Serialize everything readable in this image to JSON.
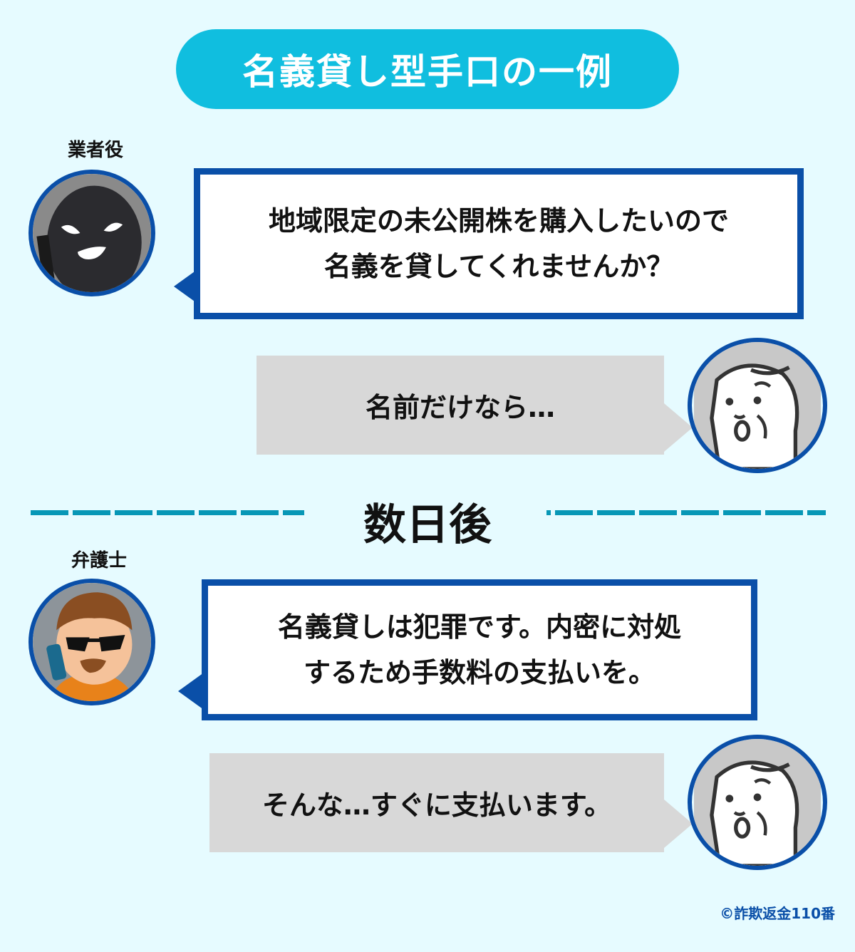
{
  "title": "名義貸し型手口の一例",
  "colors": {
    "background": "#e6fbff",
    "title_pill": "#10bedf",
    "bubble_border": "#0a4fa8",
    "reply_bubble": "#d8d8d8",
    "divider": "#0797b6",
    "copyright": "#0a4fa8"
  },
  "scene1": {
    "speaker_label": "業者役",
    "speaker_avatar": "masked-thief-icon",
    "speech_lines": [
      "地域限定の未公開株を購入したいので",
      "名義を貸してくれませんか？"
    ],
    "reply_text": "名前だけなら…",
    "reply_avatar": "elderly-woman-icon"
  },
  "divider": {
    "label": "数日後"
  },
  "scene2": {
    "speaker_label": "弁護士",
    "speaker_avatar": "sunglasses-man-phone-icon",
    "speech_lines": [
      "名義貸しは犯罪です。内密に対処",
      "するため手数料の支払いを。"
    ],
    "reply_text": "そんな…すぐに支払います。",
    "reply_avatar": "elderly-woman-icon"
  },
  "footer": {
    "copyright": "©詐欺返金110番"
  }
}
